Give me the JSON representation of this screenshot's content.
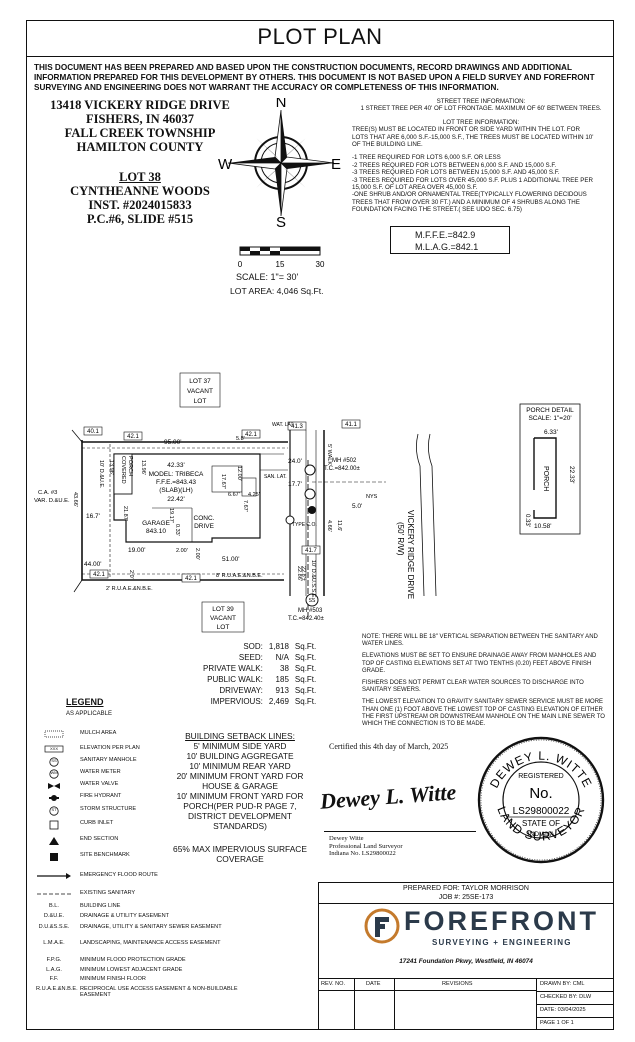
{
  "title": "PLOT PLAN",
  "disclaimer": "THIS DOCUMENT HAS BEEN PREPARED AND BASED UPON THE CONSTRUCTION DOCUMENTS, RECORD DRAWINGS AND ADDITIONAL INFORMATION PREPARED FOR THIS DEVELOPMENT BY OTHERS. THIS DOCUMENT IS NOT BASED UPON A FIELD SURVEY AND FOREFRONT SURVEYING AND ENGINEERING DOES NOT WARRANT THE ACCURACY OR COMPLETENESS OF THIS INFORMATION.",
  "address": [
    "13418 VICKERY RIDGE DRIVE",
    "FISHERS, IN 46037",
    "FALL CREEK TOWNSHIP",
    "HAMILTON COUNTY"
  ],
  "lot": {
    "number": "LOT 38",
    "subdivision": "CYNTHEANNE WOODS",
    "inst": "INST. #2024015833",
    "pc": "P.C.#6, SLIDE #515"
  },
  "compass": {
    "n": "N",
    "s": "S",
    "e": "E",
    "w": "W"
  },
  "scale": {
    "ticks": [
      "0",
      "15",
      "30"
    ],
    "label": "SCALE:  1\"=  30'",
    "lot_area": "LOT AREA: 4,046 Sq.Ft."
  },
  "street_tree": {
    "heading": "STREET TREE INFORMATION:",
    "line1": "1 STREET TREE PER 40' OF LOT FRONTAGE. MAXIMUM OF 60' BETWEEN TREES.",
    "lot_heading": "LOT TREE INFORMATION:",
    "lot_lines": [
      "TREE(S) MUST BE LOCATED IN FRONT OR SIDE YARD WITHIN THE LOT. FOR",
      "LOTS THAT ARE 6,000 S.F.-15,000 S.F., THE TREES MUST BE LOCATED WITHIN 10'",
      "OF THE BUILDING LINE."
    ],
    "rules": [
      "-1 TREE REQUIRED FOR LOTS 6,000 S.F. OR LESS",
      "-2 TREES REQUIRED FOR LOTS BETWEEN 6,000 S.F. AND 15,000 S.F.",
      "-3 TREES REQUIRED FOR LOTS BETWEEN 15,000 S.F. AND 45,000 S.F.",
      "-3 TREES REQUIRED FOR LOTS OVER 45,000 S.F. PLUS 1 ADDITIONAL TREE PER",
      "15,000 S.F. OF LOT AREA OVER 45,000 S.F.",
      "-ONE SHRUB AND/OR ORNAMENTAL TREE(TYPICALLY FLOWERING DECIDOUS",
      "TREES THAT FROW OVER 30 FT.) AND A MINIMUM OF 4 SHRUBS ALONG THE",
      "FOUNDATION FACING THE STREET.( SEE UDO SEC. 6.75)"
    ]
  },
  "elevations": {
    "mffe": "M.F.F.E.=842.9",
    "mlag": "M.L.A.G.=842.1"
  },
  "plan": {
    "lot37": [
      "LOT 37",
      "VACANT",
      "LOT"
    ],
    "lot39": [
      "LOT 39",
      "VACANT",
      "LOT"
    ],
    "street": [
      "VICKERY RIDGE DRIVE",
      "(50' R/W)"
    ],
    "model": [
      "42.33'",
      "MODEL: TRIBECA",
      "F.F.E.=843.43",
      "(SLAB)(LH)",
      "22.42'"
    ],
    "garage": [
      "GARAGE",
      "843.10"
    ],
    "drive": [
      "CONC.",
      "DRIVE"
    ],
    "porch": [
      "COVERED",
      "PORCH"
    ],
    "mh502": [
      "MH #502",
      "T.C.=842.00±"
    ],
    "mh503": [
      "MH #503",
      "T.C.=842.40±"
    ],
    "boxes": [
      "40.1",
      "42.1",
      "42.1",
      "41.3",
      "41.1",
      "42.1",
      "42.1",
      "41.7"
    ],
    "dims": {
      "d95": "95.00'",
      "d58": "5.8'",
      "d24": "24.0'",
      "d177": "17.7'",
      "d50": "5.0'",
      "d1667": "16.7'",
      "d4400": "44.00'",
      "d5100": "51.00'",
      "d200": "2.00'",
      "d1900": "19.00'",
      "d20": "2.0'",
      "d2187": "21.87'",
      "d1396": "13.96'",
      "d1396b": "13.96'",
      "d1917": "19.17'",
      "d033": "0.33'",
      "d667": "6.67'",
      "d425": "4.25'",
      "d767": "7.67'",
      "d1767": "17.67'",
      "d1200": "12.00'",
      "d116": "11.6'",
      "d466": "4.66'",
      "d2286": "22.86'",
      "d10de": "10' D.&U.E.",
      "d5walk": "5' WALK",
      "d10dus": "10' D.&U.S.S.E.",
      "d8rua": "8' R.U.A.E.&N.B.E.",
      "d2rua": "2' R.U.A.E.&N.B.E.",
      "d228": "22.8'±",
      "ca3": "C.A. #3",
      "var": "VAR. D.&U.E.",
      "d43": "43.66'",
      "wat": "WAT. LAT.",
      "san": "SAN. LAT.",
      "nys": "NYS",
      "type": "TYPE C.O."
    }
  },
  "porch_detail": {
    "title": "PORCH DETAIL",
    "scale": "SCALE: 1\"=20'",
    "d1": "6.33'",
    "d2": "22.33'",
    "d3": "10.58'",
    "d4": "0.33'",
    "label": "PORCH"
  },
  "areas": [
    {
      "label": "SOD:",
      "value": "1,818",
      "unit": "Sq.Ft."
    },
    {
      "label": "SEED:",
      "value": "N/A",
      "unit": "Sq.Ft."
    },
    {
      "label": "PRIVATE WALK:",
      "value": "38",
      "unit": "Sq.Ft."
    },
    {
      "label": "PUBLIC WALK:",
      "value": "185",
      "unit": "Sq.Ft."
    },
    {
      "label": "DRIVEWAY:",
      "value": "913",
      "unit": "Sq.Ft."
    },
    {
      "label": "IMPERVIOUS:",
      "value": "2,469",
      "unit": "Sq.Ft."
    }
  ],
  "notes": [
    "NOTE: THERE WILL BE 18\" VERTICAL SEPARATION BETWEEN THE SANITARY AND WATER LINES.",
    "ELEVATIONS MUST BE SET TO ENSURE DRAINAGE AWAY FROM MANHOLES AND TOP OF CASTING ELEVATIONS SET AT TWO TENTHS (0.20) FEET ABOVE FINISH GRADE.",
    "FISHERS DOES NOT PERMIT CLEAR WATER SOURCES TO DISCHARGE INTO SANITARY SEWERS.",
    "THE LOWEST ELEVATION TO GRAVITY SANITARY SEWER SERVICE MUST BE MORE THAN ONE (1) FOOT ABOVE THE LOWEST TOP OF CASTING ELEVATION OF EITHER THE FIRST UPSTREAM OR DOWNSTREAM MANHOLE ON THE MAIN LINE SEWER TO WHICH THE CONNECTION IS TO BE MADE."
  ],
  "legend": {
    "title": "LEGEND",
    "subtitle": "AS APPLICABLE",
    "items": [
      {
        "sym": "",
        "text": "MULCH AREA",
        "icon": "hatch-box-icon"
      },
      {
        "sym": "XXX",
        "text": "ELEVATION PER PLAN",
        "icon": "elevation-box-icon"
      },
      {
        "sym": "SS",
        "text": "SANITARY MANHOLE",
        "icon": "sanitary-manhole-icon"
      },
      {
        "sym": "WM",
        "text": "WATER METER",
        "icon": "water-meter-icon"
      },
      {
        "sym": "",
        "text": "WATER VALVE",
        "icon": "water-valve-icon"
      },
      {
        "sym": "",
        "text": "FIRE HYDRANT",
        "icon": "fire-hydrant-icon"
      },
      {
        "sym": "ST",
        "text": "STORM STRUCTURE",
        "icon": "storm-structure-icon"
      },
      {
        "sym": "",
        "text": "CURB INLET",
        "icon": "curb-inlet-icon"
      },
      {
        "sym": "",
        "text": "END SECTION",
        "icon": "end-section-icon"
      },
      {
        "sym": "",
        "text": "SITE BENCHMARK",
        "icon": "benchmark-icon"
      },
      {
        "sym": "",
        "text": "EMERGENCY FLOOD ROUTE",
        "icon": "arrow-icon"
      },
      {
        "sym": "",
        "text": "EXISTING SANITARY",
        "icon": "dashed-line-icon"
      },
      {
        "sym": "B.L.",
        "text": "BUILDING LINE"
      },
      {
        "sym": "D.&U.E.",
        "text": "DRAINAGE & UTILITY EASEMENT"
      },
      {
        "sym": "D.U.&S.S.E.",
        "text": "DRAINAGE, UTILITY & SANITARY SEWER EASEMENT"
      },
      {
        "sym": "L.M.A.E.",
        "text": "LANDSCAPING, MAINTENANCE ACCESS EASEMENT"
      },
      {
        "sym": "F.P.G.",
        "text": "MINIMUM FLOOD PROTECTION GRADE"
      },
      {
        "sym": "L.A.G.",
        "text": "MINIMUM LOWEST ADJACENT GRADE"
      },
      {
        "sym": "F.F.",
        "text": "MINIMUM FINISH FLOOR"
      },
      {
        "sym": "R.U.A.E.&N.B.E.",
        "text": "RECIPROCAL USE ACCESS EASEMENT & NON-BUILDABLE EASEMENT"
      }
    ]
  },
  "setback": {
    "title": "BUILDING SETBACK LINES:",
    "lines": [
      "5' MINIMUM SIDE YARD",
      "10' BUILDING AGGREGATE",
      "10' MINIMUM REAR YARD",
      "20' MINIMUM FRONT YARD FOR",
      "HOUSE & GARAGE",
      "10' MINIMUM FRONT YARD FOR",
      "PORCH(PER PUD-R PAGE 7,",
      "DISTRICT DEVELOPMENT",
      "STANDARDS)"
    ],
    "impervious": [
      "65% MAX IMPERVIOUS SURFACE",
      "COVERAGE"
    ]
  },
  "certification": {
    "line": "Certified this 4th day of March, 2025",
    "signature": "Dewey L. Witte",
    "name": "Dewey Witte",
    "title": "Professional Land Surveyor",
    "license": "Indiana No. LS29800022"
  },
  "stamp": {
    "top": "DEWEY L. WITTE",
    "registered": "REGISTERED",
    "no": "No.",
    "number": "LS29800022",
    "state": "STATE OF",
    "indiana": "INDIANA",
    "bottom": "LAND SURVEYOR"
  },
  "title_block": {
    "prepared_for": "PREPARED FOR: TAYLOR MORRISON",
    "job": "JOB #: 25SE-173",
    "company": "FOREFRONT",
    "tagline": "SURVEYING + ENGINEERING",
    "company_address": "17241 Foundation Pkwy, Westfield, IN 46074",
    "headers": [
      "REV. NO.",
      "DATE",
      "REVISIONS"
    ],
    "drawn_by": "DRAWN BY: CML",
    "checked_by": "CHECKED BY: DLW",
    "date": "DATE: 03/04/2025",
    "page": "PAGE 1 OF 1",
    "accent": "#c47a2c",
    "dark": "#2b3a4a"
  }
}
